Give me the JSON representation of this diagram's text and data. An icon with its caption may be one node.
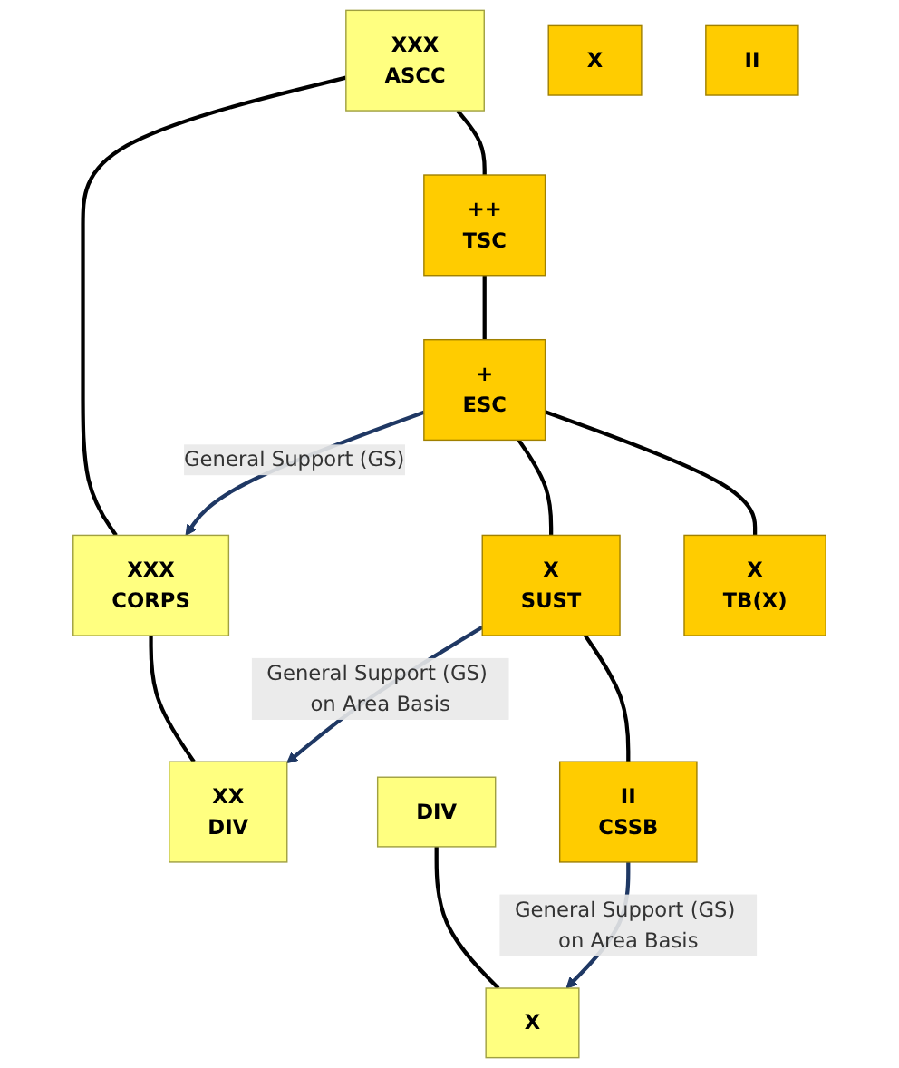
{
  "diagram": {
    "nodes": [
      {
        "text": [
          "XXX",
          "ASCC"
        ]
      },
      {
        "text": [
          "XXX",
          "CORPS"
        ]
      },
      {
        "text": [
          "++",
          "TSC"
        ]
      },
      {
        "text": [
          "+",
          "ESC"
        ]
      },
      {
        "text": [
          "XX",
          "DIV"
        ]
      },
      {
        "text": [
          "DIV"
        ]
      },
      {
        "text": [
          "X"
        ]
      },
      {
        "text": [
          "X",
          "SUST"
        ]
      },
      {
        "text": [
          "X",
          "TB(X)"
        ]
      },
      {
        "text": [
          "II"
        ]
      },
      {
        "text": [
          "II",
          "CSSB"
        ]
      },
      {
        "text": [
          "X"
        ]
      }
    ],
    "edges": [
      {
        "from": 0,
        "to": 1,
        "arrow": "none"
      },
      {
        "from": 0,
        "to": 2,
        "arrow": "none"
      },
      {
        "from": 2,
        "to": 3,
        "arrow": "none"
      },
      {
        "from": 3,
        "to": 7,
        "arrow": "none"
      },
      {
        "from": 3,
        "to": 8,
        "arrow": "none"
      },
      {
        "from": 1,
        "to": 4,
        "arrow": "none"
      },
      {
        "from": 5,
        "to": 11,
        "arrow": "none"
      },
      {
        "from": 7,
        "to": 10,
        "arrow": "none"
      },
      {
        "from": 3,
        "to": 1,
        "arrow": "to",
        "label": "General Support (GS)",
        "color": "#1f3864"
      },
      {
        "from": 7,
        "to": 4,
        "arrow": "to",
        "label": "General Support (GS) on Area Basis",
        "color": "#1f3864"
      },
      {
        "from": 10,
        "to": 11,
        "arrow": "to",
        "label": "General Support (GS) on Area Basis",
        "color": "#1f3864"
      }
    ]
  }
}
